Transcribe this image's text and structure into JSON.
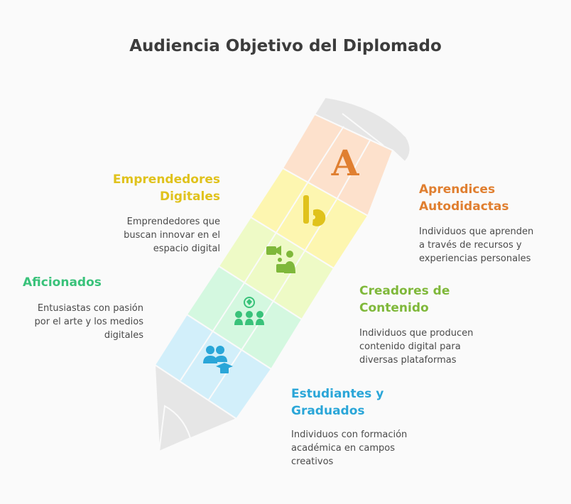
{
  "title": "Audiencia Objetivo del Diplomado",
  "colors": {
    "emprendedores": "#e0c21c",
    "aprendices": "#e07f30",
    "creadores": "#7fb83a",
    "aficionados": "#39c27a",
    "estudiantes": "#2aa6d8"
  },
  "segments": [
    {
      "key": "aprendices",
      "icon": "letter-a-icon",
      "icon_text": "A",
      "heading_line1": "Aprendices",
      "heading_line2": "Autodidactas",
      "desc_line1": "Individuos que aprenden",
      "desc_line2": "a través de recursos y",
      "desc_line3": "experiencias personales"
    },
    {
      "key": "emprendedores",
      "icon": "bold-b-pie-icon",
      "heading_line1": "Emprendedores",
      "heading_line2": "Digitales",
      "desc_line1": "Emprendedores que",
      "desc_line2": "buscan innovar en el",
      "desc_line3": "espacio digital"
    },
    {
      "key": "creadores",
      "icon": "video-creator-icon",
      "heading_line1": "Creadores de",
      "heading_line2": "Contenido",
      "desc_line1": "Individuos que producen",
      "desc_line2": "contenido digital para",
      "desc_line3": "diversas plataformas"
    },
    {
      "key": "aficionados",
      "icon": "audience-group-icon",
      "heading_line1": "Aficionados",
      "desc_line1": "Entusiastas con pasión",
      "desc_line2": "por el arte y los medios",
      "desc_line3": "digitales"
    },
    {
      "key": "estudiantes",
      "icon": "graduates-icon",
      "heading_line1": "Estudiantes y",
      "heading_line2": "Graduados",
      "desc_line1": "Individuos con formación",
      "desc_line2": "académica en campos",
      "desc_line3": "creativos"
    }
  ]
}
